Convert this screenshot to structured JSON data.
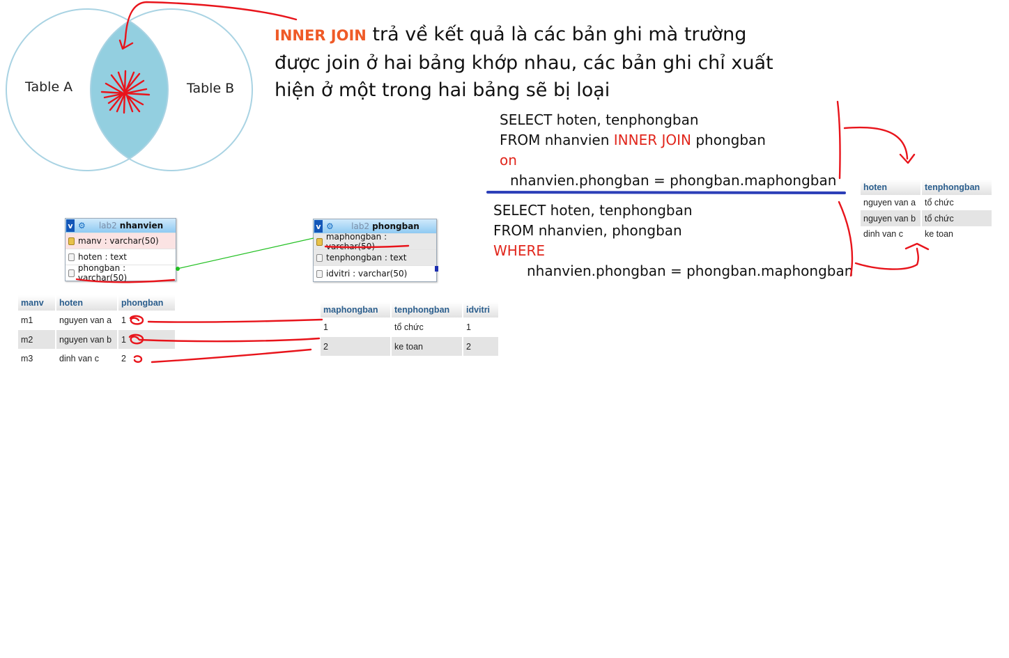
{
  "venn": {
    "left_label": "Table A",
    "right_label": "Table B",
    "circle_color": "#a9d3e3",
    "overlap_color": "#93cfe0"
  },
  "description": {
    "keyword": "INNER JOIN",
    "text": " trả về kết quả là các bản ghi mà trường được join ở hai bảng khớp nhau, các bản ghi chỉ xuất hiện ở một trong hai bảng sẽ bị loại",
    "keyword_color": "#ef5a27"
  },
  "sql1": {
    "line1": "SELECT hoten, tenphongban",
    "line2_a": "FROM nhanvien ",
    "line2_kw": "INNER JOIN",
    "line2_b": " phongban",
    "line3_kw": "on",
    "line4": "nhanvien.phongban = phongban.maphongban"
  },
  "sql2": {
    "line1": "SELECT hoten, tenphongban",
    "line2": "FROM nhanvien, phongban",
    "line3_kw": "WHERE",
    "line4": "nhanvien.phongban = phongban.maphongban"
  },
  "schema_nhanvien": {
    "db": "lab2",
    "name": "nhanvien",
    "v_label": "v",
    "gear_icon": "⚙",
    "fields": [
      "manv : varchar(50)",
      "hoten : text",
      "phongban : varchar(50)"
    ]
  },
  "schema_phongban": {
    "db": "lab2",
    "name": "phongban",
    "v_label": "v",
    "gear_icon": "⚙",
    "fields": [
      "maphongban : varchar(50)",
      "tenphongban : text",
      "idvitri : varchar(50)"
    ]
  },
  "table_nhanvien": {
    "headers": [
      "manv",
      "hoten",
      "phongban"
    ],
    "rows": [
      [
        "m1",
        "nguyen van a",
        "1"
      ],
      [
        "m2",
        "nguyen van b",
        "1"
      ],
      [
        "m3",
        "dinh van c",
        "2"
      ]
    ]
  },
  "table_phongban": {
    "headers": [
      "maphongban",
      "tenphongban",
      "idvitri"
    ],
    "rows": [
      [
        "1",
        "tổ chức",
        "1"
      ],
      [
        "2",
        "ke toan",
        "2"
      ]
    ]
  },
  "table_result": {
    "headers": [
      "hoten",
      "tenphongban"
    ],
    "rows": [
      [
        "nguyen van a",
        "tổ chức"
      ],
      [
        "nguyen van b",
        "tổ chức"
      ],
      [
        "dinh van c",
        "ke toan"
      ]
    ]
  },
  "colors": {
    "annotation_red": "#e8141b",
    "separator_blue": "#2c3fb8",
    "relation_green": "#22c022",
    "header_text": "#2a5d8c"
  }
}
